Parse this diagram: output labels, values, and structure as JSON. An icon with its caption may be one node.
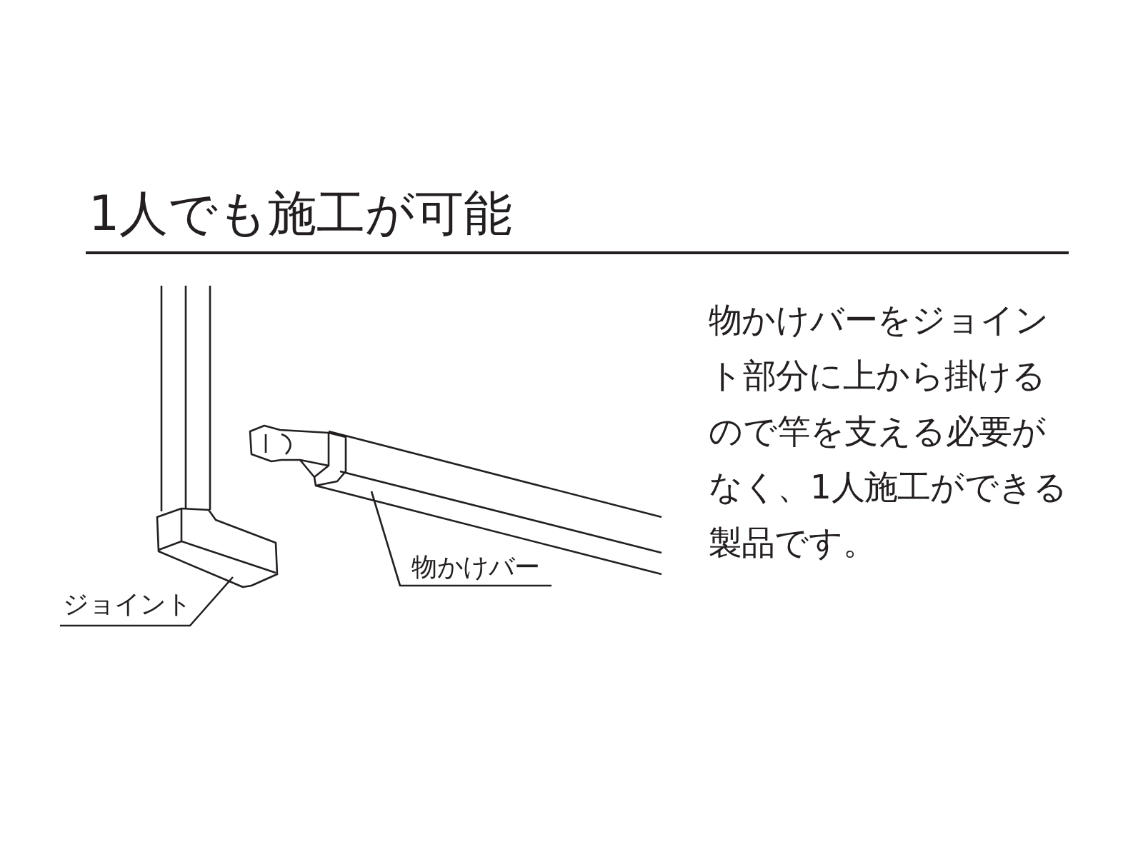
{
  "diagram": {
    "title": "1人でも施工が可能",
    "nodes": [
      {
        "text": [],
        "shape": "picture"
      },
      {
        "text": [
          "ジョイント"
        ]
      },
      {
        "text": [],
        "shape": "picture"
      },
      {
        "text": [
          "物かけバー"
        ]
      }
    ],
    "edges": [
      {
        "from": 1,
        "to": 0,
        "arrow": "none"
      },
      {
        "from": 3,
        "to": 2,
        "arrow": "none"
      }
    ],
    "labels": [
      "物かけバーをジョイント部分に上から掛けるので竿を支える必要がなく、1人施工ができる製品です。"
    ]
  }
}
